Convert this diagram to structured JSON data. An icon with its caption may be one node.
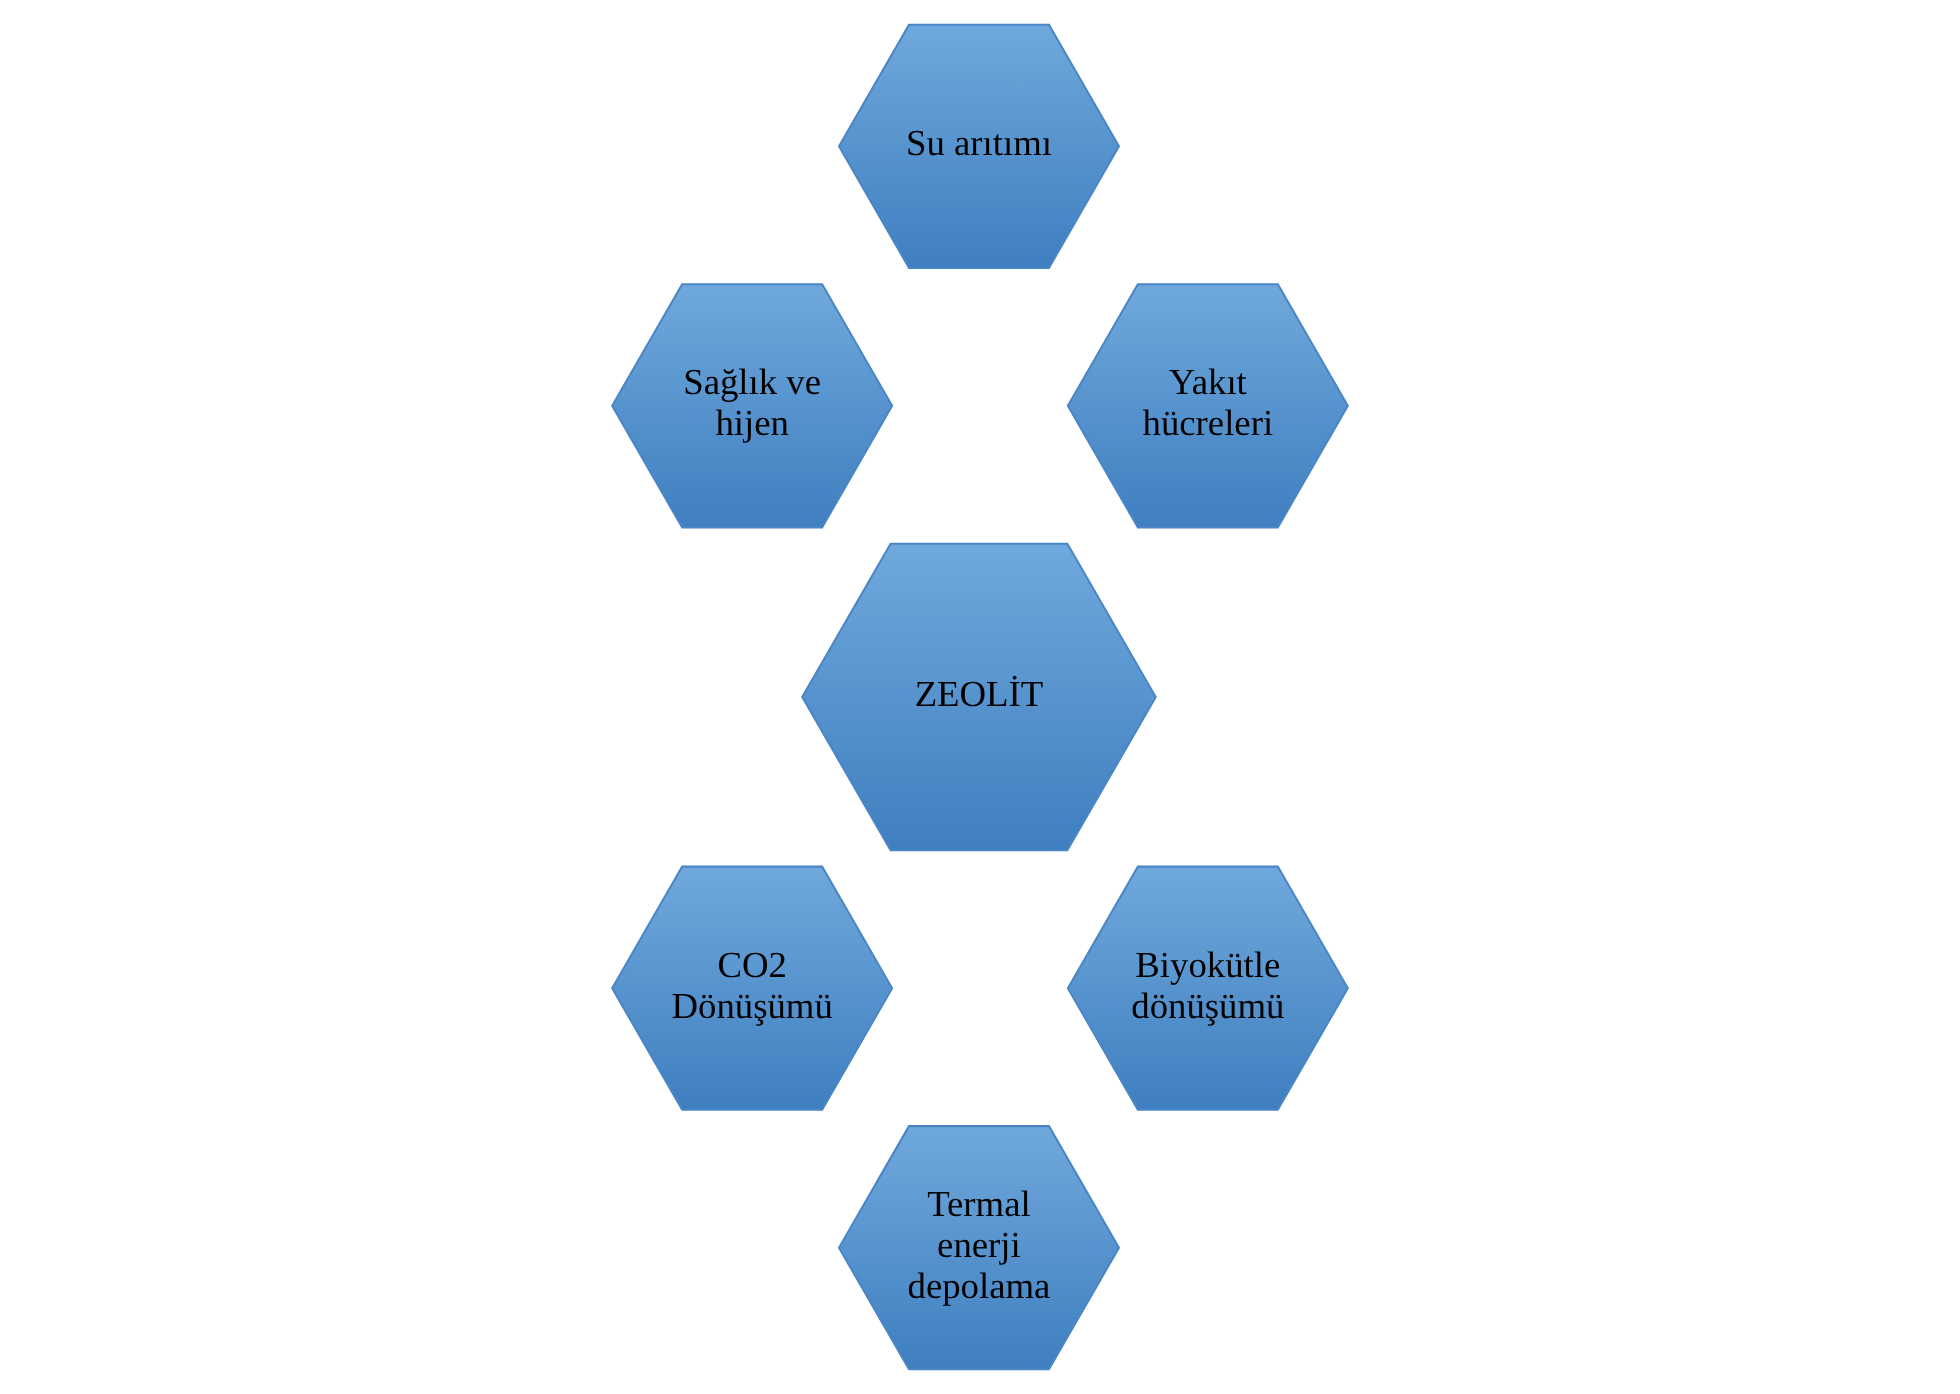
{
  "diagram": {
    "nodes": [
      {
        "text": [
          "Su arıtımı"
        ]
      },
      {
        "text": [
          "Sağlık ve hijen"
        ]
      },
      {
        "text": [
          "Yakıt hücreleri"
        ]
      },
      {
        "text": [
          "ZEOLİT"
        ]
      },
      {
        "text": [
          "CO2 Dönüşümü"
        ]
      },
      {
        "text": [
          "Biyokütle dönüşümü"
        ]
      },
      {
        "text": [
          "Termal enerji depolama"
        ]
      }
    ],
    "edges": []
  }
}
